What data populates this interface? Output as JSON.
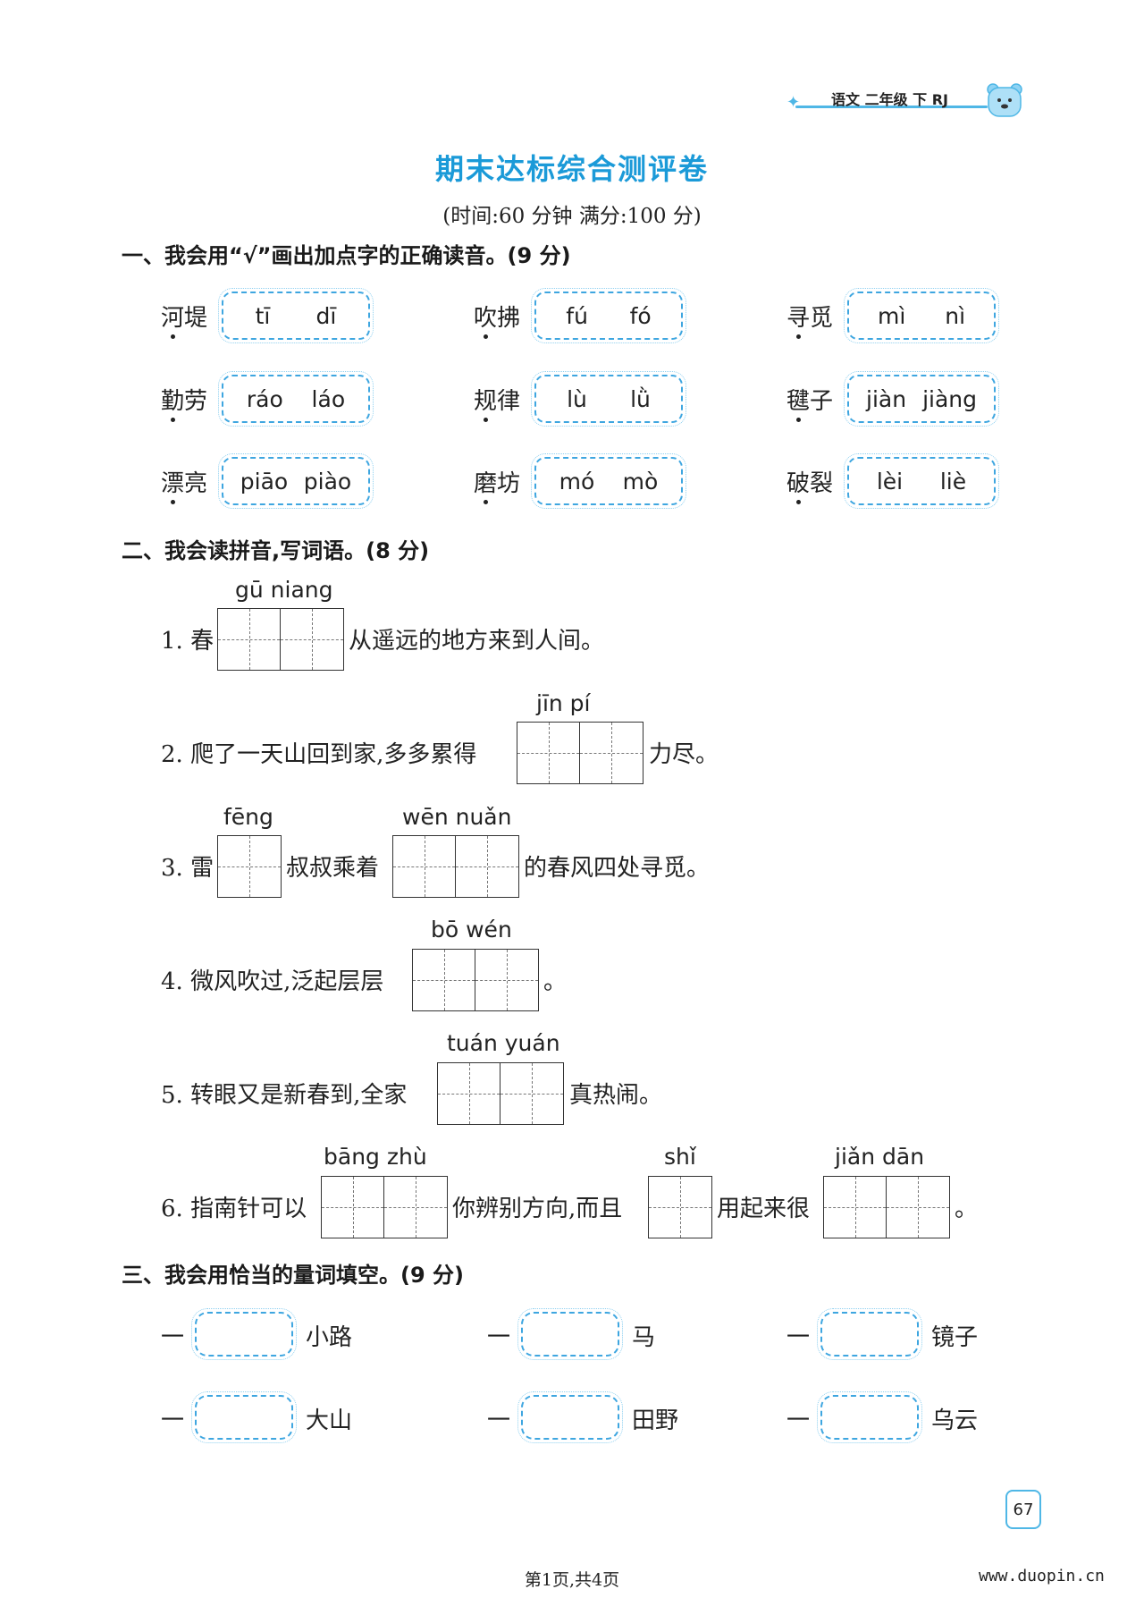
{
  "header": {
    "label": "语文 二年级 下 RJ"
  },
  "title": "期末达标综合测评卷",
  "subtitle": "(时间:60 分钟 满分:100 分)",
  "section1": {
    "heading": "一、我会用“√”画出加点字的正确读音。(9 分)",
    "items": [
      {
        "word": "河堤",
        "opts": [
          "tī",
          "dī"
        ]
      },
      {
        "word": "吹拂",
        "opts": [
          "fú",
          "fó"
        ]
      },
      {
        "word": "寻觅",
        "opts": [
          "mì",
          "nì"
        ]
      },
      {
        "word": "勤劳",
        "opts": [
          "ráo",
          "láo"
        ]
      },
      {
        "word": "规律",
        "opts": [
          "lù",
          "lǜ"
        ]
      },
      {
        "word": "毽子",
        "opts": [
          "jiàn",
          "jiàng"
        ]
      },
      {
        "word": "漂亮",
        "opts": [
          "piāo",
          "piào"
        ]
      },
      {
        "word": "磨坊",
        "opts": [
          "mó",
          "mò"
        ]
      },
      {
        "word": "破裂",
        "opts": [
          "lèi",
          "liè"
        ]
      }
    ]
  },
  "section2": {
    "heading": "二、我会读拼音,写词语。(8 分)",
    "q1": {
      "pre": "1. 春",
      "py": "gū niang",
      "post": "从遥远的地方来到人间。"
    },
    "q2": {
      "pre": "2. 爬了一天山回到家,多多累得",
      "py": "jīn  pí",
      "post": "力尽。"
    },
    "q3": {
      "pre": "3. 雷",
      "py1": "fēng",
      "mid": "叔叔乘着",
      "py2": "wēn nuǎn",
      "post": "的春风四处寻觅。"
    },
    "q4": {
      "pre": "4. 微风吹过,泛起层层",
      "py": "bō  wén",
      "post": "。"
    },
    "q5": {
      "pre": "5. 转眼又是新春到,全家",
      "py": "tuán yuán",
      "post": "真热闹。"
    },
    "q6": {
      "pre": "6. 指南针可以",
      "py1": "bāng zhù",
      "mid1": "你辨别方向,而且",
      "py2": "shǐ",
      "mid2": "用起来很",
      "py3": "jiǎn  dān",
      "post": "。"
    }
  },
  "section3": {
    "heading": "三、我会用恰当的量词填空。(9 分)",
    "prefix": "一",
    "items": [
      "小路",
      "马",
      "镜子",
      "大山",
      "田野",
      "乌云"
    ]
  },
  "page_number": "67",
  "footer": {
    "page": "第1页,共4页",
    "url": "www.duopin.cn"
  },
  "colors": {
    "accent": "#1b9ad8",
    "box_border": "#3ea6e0"
  }
}
